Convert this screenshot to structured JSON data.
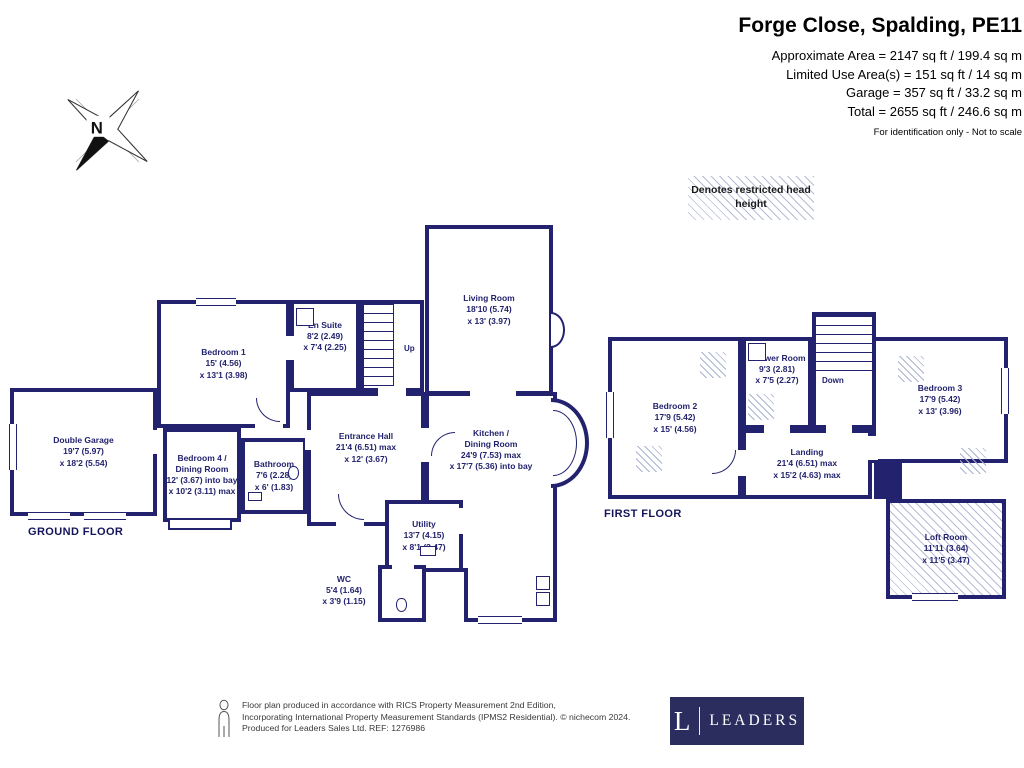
{
  "header": {
    "title": "Forge Close, Spalding, PE11",
    "area_lines": [
      "Approximate Area = 2147 sq ft / 199.4 sq m",
      "Limited Use Area(s) = 151 sq ft / 14 sq m",
      "Garage = 357 sq ft / 33.2 sq m",
      "Total = 2655 sq ft / 246.6 sq m"
    ],
    "note": "For identification only - Not to scale"
  },
  "legend": {
    "restricted_label": "Denotes restricted head height"
  },
  "compass": {
    "north": "N"
  },
  "ground_floor": {
    "label": "GROUND FLOOR",
    "stairs_label": "Up",
    "rooms": {
      "living_room": {
        "name": "Living Room",
        "dim1": "18'10 (5.74)",
        "dim2": "x 13' (3.97)"
      },
      "bedroom_1": {
        "name": "Bedroom 1",
        "dim1": "15' (4.56)",
        "dim2": "x 13'1 (3.98)"
      },
      "en_suite": {
        "name": "En Suite",
        "dim1": "8'2 (2.49)",
        "dim2": "x 7'4 (2.25)"
      },
      "double_garage": {
        "name": "Double Garage",
        "dim1": "19'7 (5.97)",
        "dim2": "x 18'2 (5.54)"
      },
      "bedroom_4": {
        "name": "Bedroom 4 /",
        "name2": "Dining Room",
        "dim1": "12' (3.67) into bay",
        "dim2": "x 10'2 (3.11) max"
      },
      "bathroom": {
        "name": "Bathroom",
        "dim1": "7'6 (2.28)",
        "dim2": "x 6' (1.83)"
      },
      "entrance_hall": {
        "name": "Entrance Hall",
        "dim1": "21'4 (6.51) max",
        "dim2": "x 12' (3.67)"
      },
      "kitchen_dining": {
        "name": "Kitchen /",
        "name2": "Dining Room",
        "dim1": "24'9 (7.53) max",
        "dim2": "x 17'7 (5.36) into bay"
      },
      "utility": {
        "name": "Utility",
        "dim1": "13'7 (4.15)",
        "dim2": "x 8'1 (2.47)"
      },
      "wc": {
        "name": "WC",
        "dim1": "5'4 (1.64)",
        "dim2": "x 3'9 (1.15)"
      }
    }
  },
  "first_floor": {
    "label": "FIRST FLOOR",
    "stairs_label": "Down",
    "rooms": {
      "bedroom_2": {
        "name": "Bedroom 2",
        "dim1": "17'9 (5.42)",
        "dim2": "x 15' (4.56)"
      },
      "shower_room": {
        "name": "Shower Room",
        "dim1": "9'3 (2.81)",
        "dim2": "x 7'5 (2.27)"
      },
      "bedroom_3": {
        "name": "Bedroom 3",
        "dim1": "17'9 (5.42)",
        "dim2": "x 13' (3.96)"
      },
      "landing": {
        "name": "Landing",
        "dim1": "21'4 (6.51) max",
        "dim2": "x 15'2 (4.63) max"
      },
      "loft_room": {
        "name": "Loft Room",
        "dim1": "11'11 (3.64)",
        "dim2": "x 11'5 (3.47)"
      }
    }
  },
  "footer": {
    "line1": "Floor plan produced in accordance with RICS Property Measurement 2nd Edition,",
    "line2": "Incorporating International Property Measurement Standards (IPMS2 Residential).  © nichecom 2024.",
    "line3": "Produced for Leaders Sales Ltd.   REF: 1276986",
    "logo_letter": "L",
    "logo_name": "LEADERS"
  },
  "colors": {
    "wall": "#22226e",
    "logo_bg": "#2b2d5e"
  }
}
